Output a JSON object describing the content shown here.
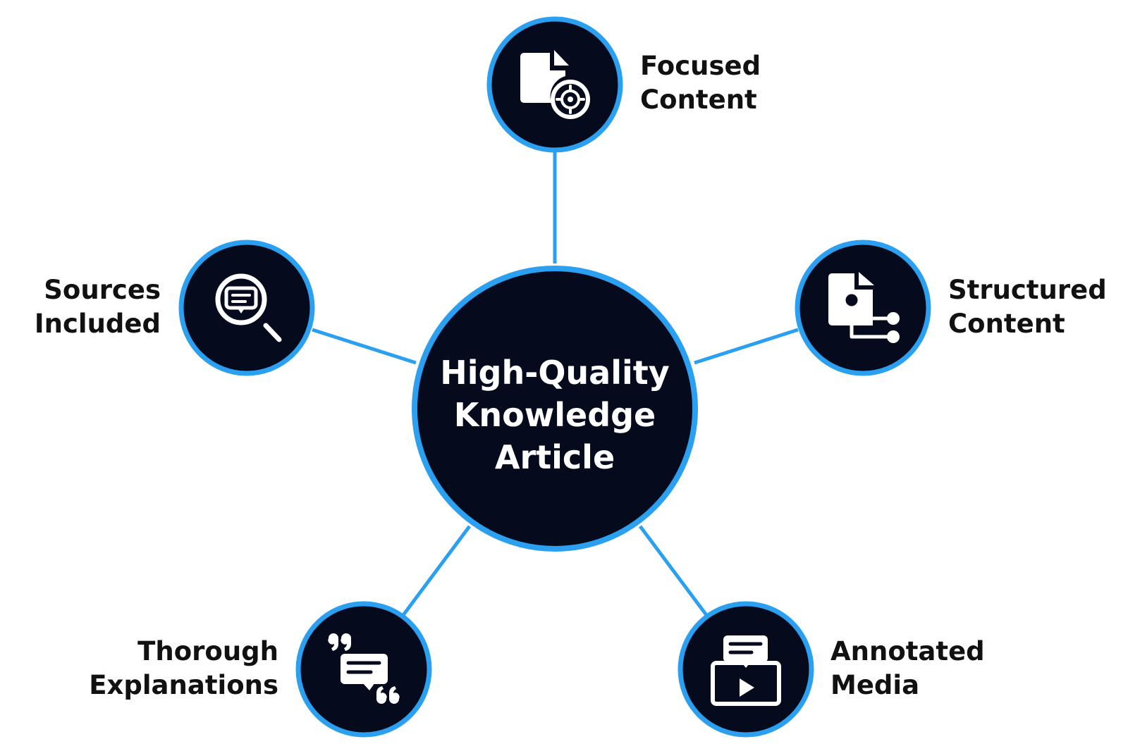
{
  "center": {
    "lines": [
      "High-Quality",
      "Knowledge",
      "Article"
    ]
  },
  "nodes": {
    "focused": {
      "line1": "Focused",
      "line2": "Content",
      "icon": "document-target-icon"
    },
    "structured": {
      "line1": "Structured",
      "line2": "Content",
      "icon": "document-branches-icon"
    },
    "sources": {
      "line1": "Sources",
      "line2": "Included",
      "icon": "magnifier-chat-icon"
    },
    "thorough": {
      "line1": "Thorough",
      "line2": "Explanations",
      "icon": "quote-chat-icon"
    },
    "annotated": {
      "line1": "Annotated",
      "line2": "Media",
      "icon": "video-comment-icon"
    }
  },
  "colors": {
    "node_fill": "#050a1c",
    "ring": "#2b9ff0",
    "label_text": "#111111",
    "icon": "#ffffff"
  }
}
